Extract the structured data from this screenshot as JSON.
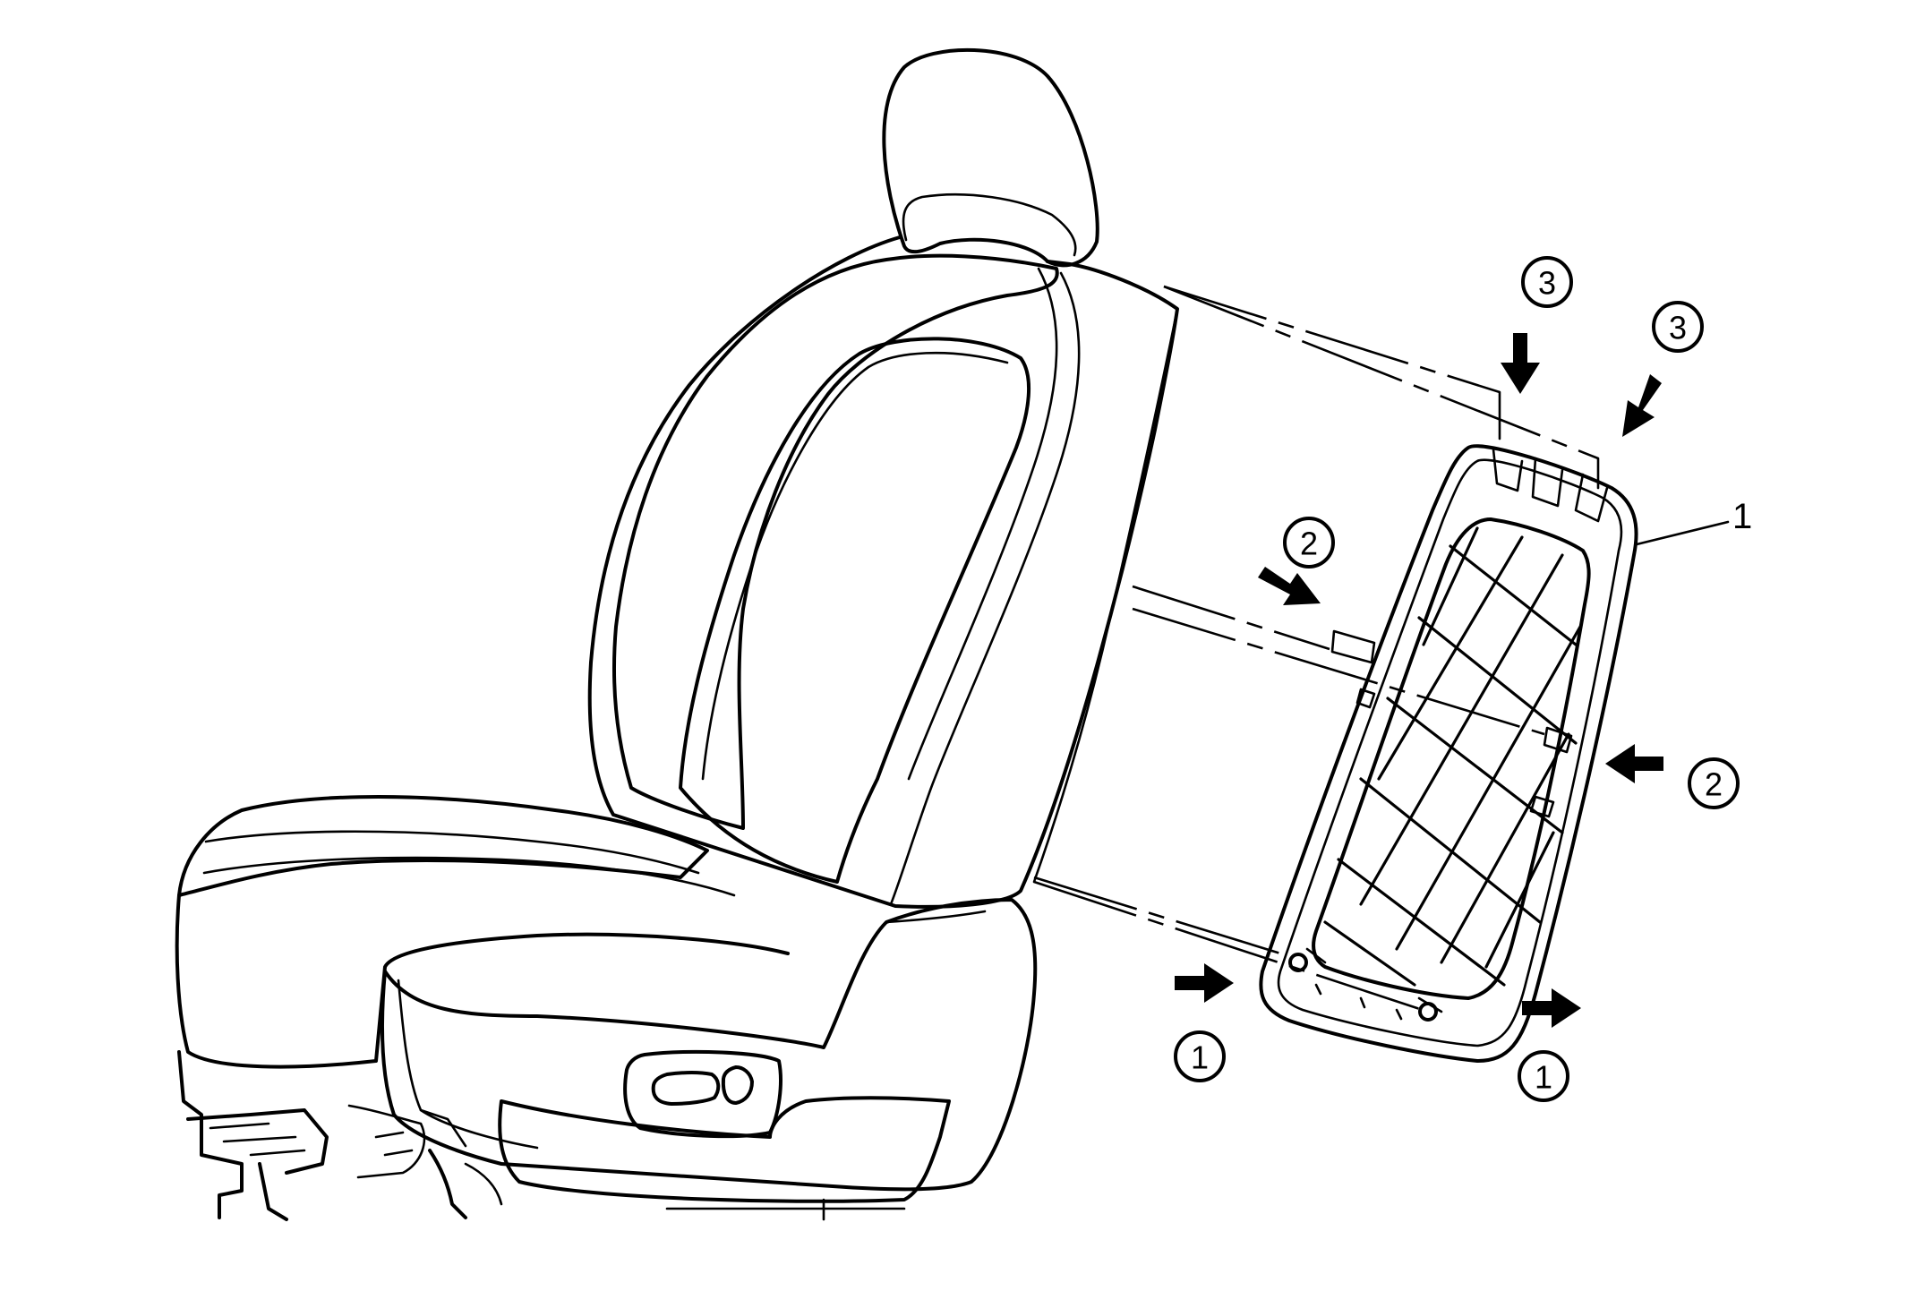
{
  "diagram": {
    "part_label": "1",
    "callouts": [
      {
        "id": "c3a",
        "text": "3"
      },
      {
        "id": "c3b",
        "text": "3"
      },
      {
        "id": "c2a",
        "text": "2"
      },
      {
        "id": "c2b",
        "text": "2"
      },
      {
        "id": "c1a",
        "text": "1"
      },
      {
        "id": "c1b",
        "text": "1"
      }
    ],
    "arrows": [
      {
        "id": "a3a",
        "direction": "down",
        "callout": "3"
      },
      {
        "id": "a3b",
        "direction": "down-left",
        "callout": "3"
      },
      {
        "id": "a2a",
        "direction": "down-right",
        "callout": "2"
      },
      {
        "id": "a2b",
        "direction": "left",
        "callout": "2"
      },
      {
        "id": "a1a",
        "direction": "right",
        "callout": "1"
      },
      {
        "id": "a1b",
        "direction": "right",
        "callout": "1"
      }
    ]
  }
}
